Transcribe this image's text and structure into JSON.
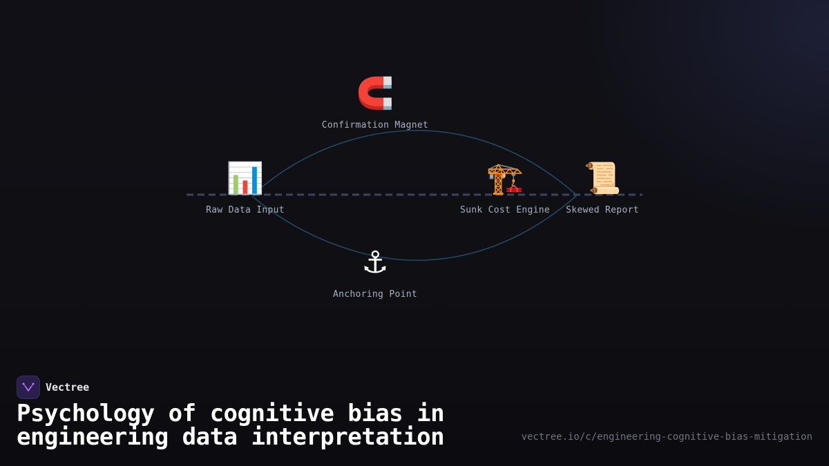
{
  "diagram": {
    "nodes": [
      {
        "id": "raw",
        "icon": "📊",
        "icon_name": "bar-chart-icon",
        "label": "Raw Data Input"
      },
      {
        "id": "magnet",
        "icon": "🧲",
        "icon_name": "magnet-icon",
        "label": "Confirmation Magnet"
      },
      {
        "id": "anchor",
        "icon": "⚓",
        "icon_name": "anchor-icon",
        "label": "Anchoring Point"
      },
      {
        "id": "sunk",
        "icon": "🏗️",
        "icon_name": "crane-icon",
        "label": "Sunk Cost Engine"
      },
      {
        "id": "report",
        "icon": "📜",
        "icon_name": "scroll-icon",
        "label": "Skewed Report"
      }
    ],
    "colors": {
      "axis": "#3a4560",
      "curve": "#1f4a63"
    }
  },
  "brand": {
    "name": "Vectree",
    "logo_icon": "vectree-logo-icon",
    "logo_color": "#9b5de5"
  },
  "title": "Psychology of cognitive bias in engineering data interpretation",
  "url": "vectree.io/c/engineering-cognitive-bias-mitigation"
}
